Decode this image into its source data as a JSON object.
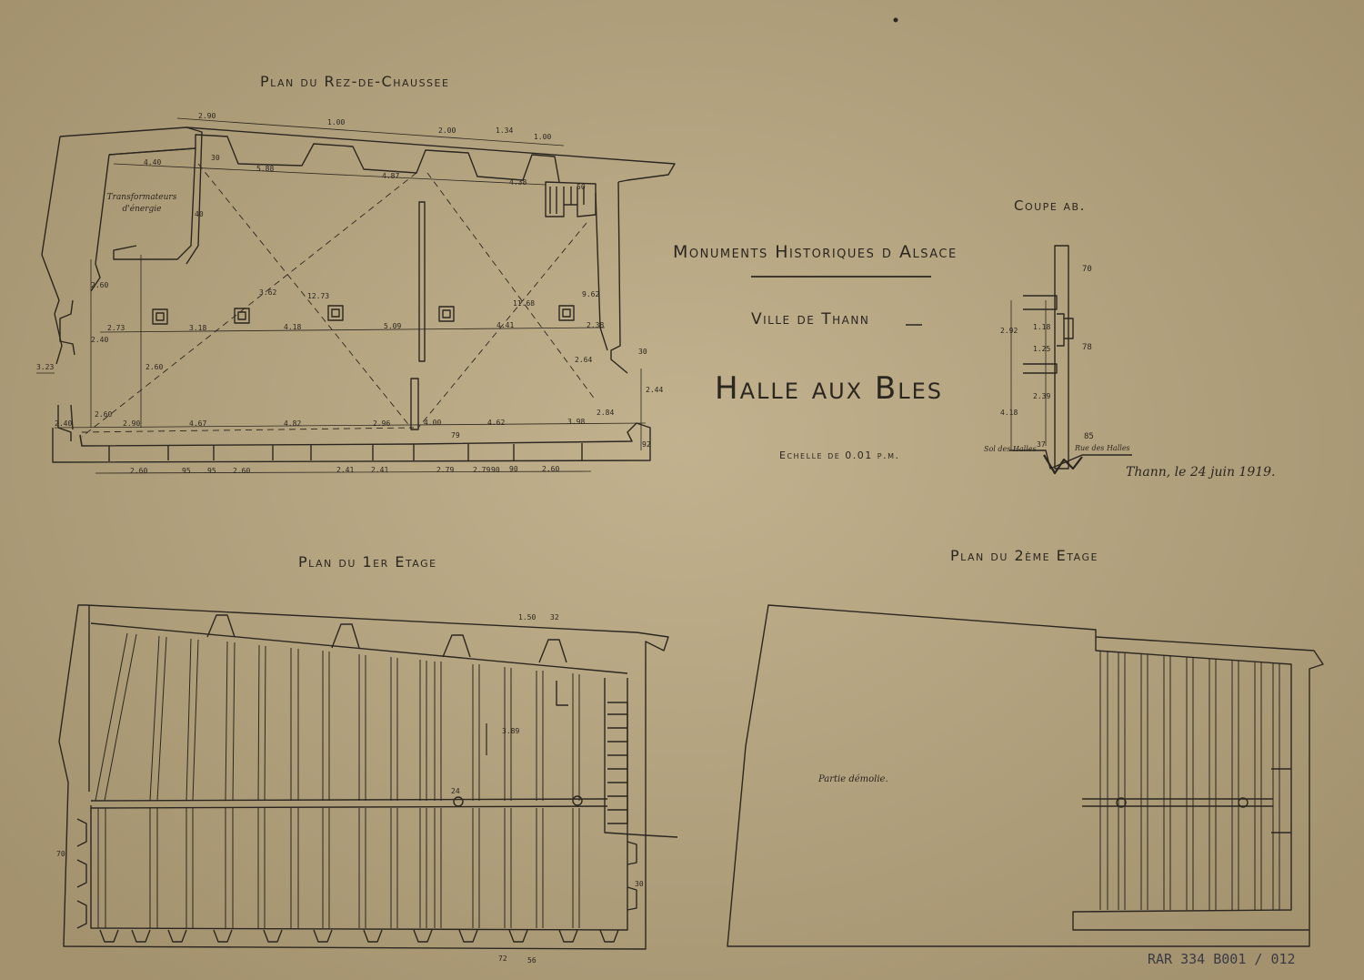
{
  "titles": {
    "plan_rdc": "Plan du Rez-de-Chaussee",
    "coupe": "Coupe ab.",
    "org": "Monuments Historiques d Alsace",
    "city": "Ville de Thann",
    "building": "Halle aux Bles",
    "scale": "Echelle de 0.01 p.m.",
    "date": "Thann, le 24 juin 1919.",
    "plan_1": "Plan du 1er Etage",
    "plan_2": "Plan du 2ème Etage"
  },
  "annotations": {
    "transformateurs": "Transformateurs d'énergie",
    "partie_demolie": "Partie démolie.",
    "sol_halles": "Sol des Halles",
    "rue_halles": "Rue des Halles"
  },
  "stamp": "RAR 334 B001 / 012",
  "dimensions_rdc": {
    "top": [
      "2.90",
      "1.00",
      "2.00",
      "1.00",
      "1.34",
      "4.40",
      "5.88",
      "4.87",
      "4.38",
      "30",
      "40",
      "50"
    ],
    "middle": [
      "2.73",
      "3.18",
      "4.18",
      "5.09",
      "4.41",
      "2.38",
      "3.62",
      "2.60",
      "2.40",
      "3.23",
      "12.73",
      "11.68",
      "9.62",
      "2.64",
      "2.60"
    ],
    "bottom": [
      "2.90",
      "4.67",
      "4.82",
      "2.96",
      "4.00",
      "4.62",
      "3.98",
      "2.60",
      "2.40",
      "95",
      "2.41",
      "2.79",
      "90",
      "2.44",
      "79",
      "30",
      "2.84",
      "92"
    ],
    "bottom_row2": [
      "2.60",
      "95",
      "2.60",
      "2.41",
      "2.79",
      "90",
      "2.60"
    ]
  },
  "dimensions_coupe": [
    "70",
    "78",
    "85",
    "2.92",
    "1.18",
    "4.18",
    "2.39",
    "1.25",
    "37"
  ],
  "dimensions_etage1": [
    "70",
    "30",
    "1.50",
    "32",
    "3.89",
    "24",
    "72",
    "56"
  ]
}
